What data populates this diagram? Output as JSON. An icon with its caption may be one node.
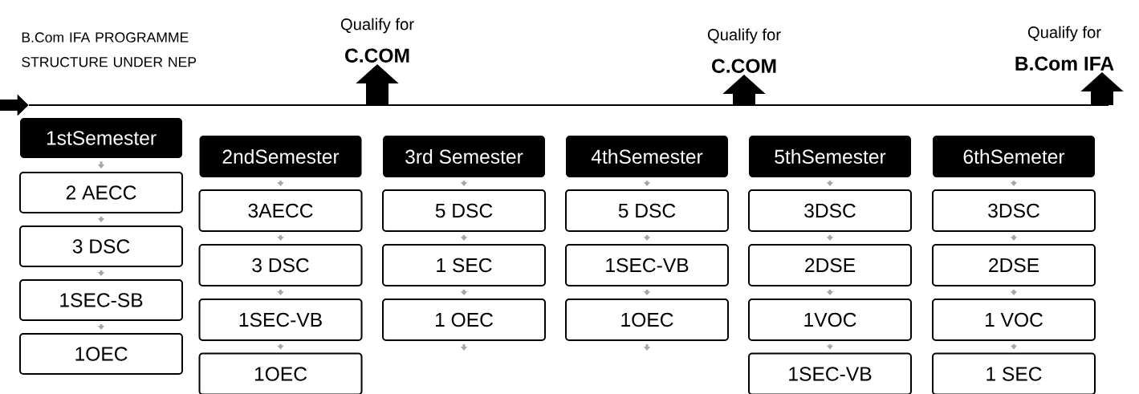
{
  "diagram": {
    "title": "B.Com IFA PROGRAMME STRUCTURE UNDER NEP",
    "nodes": [
      {
        "text": [
          "Qualify for",
          "C.COM"
        ]
      },
      {
        "text": [
          "Qualify for",
          "C.COM"
        ]
      },
      {
        "text": [
          "Qualify for",
          "B.Com IFA"
        ]
      },
      {
        "text": [
          "1stSemester"
        ]
      },
      {
        "text": [
          "2 AECC"
        ]
      },
      {
        "text": [
          "3 DSC"
        ]
      },
      {
        "text": [
          "1SEC-SB"
        ]
      },
      {
        "text": [
          "1OEC"
        ]
      },
      {
        "text": [
          "2ndSemester"
        ]
      },
      {
        "text": [
          "3AECC"
        ]
      },
      {
        "text": [
          "3 DSC"
        ]
      },
      {
        "text": [
          "1SEC-VB"
        ]
      },
      {
        "text": [
          "1OEC"
        ]
      },
      {
        "text": [
          "3rd Semester"
        ]
      },
      {
        "text": [
          "5 DSC"
        ]
      },
      {
        "text": [
          "1 SEC"
        ]
      },
      {
        "text": [
          "1 OEC"
        ]
      },
      {
        "text": [
          "4thSemester"
        ]
      },
      {
        "text": [
          "5 DSC"
        ]
      },
      {
        "text": [
          "1SEC-VB"
        ]
      },
      {
        "text": [
          "1OEC"
        ]
      },
      {
        "text": [
          "5thSemester"
        ]
      },
      {
        "text": [
          "3DSC"
        ]
      },
      {
        "text": [
          "2DSE"
        ]
      },
      {
        "text": [
          "1VOC"
        ]
      },
      {
        "text": [
          "1SEC-VB"
        ]
      },
      {
        "text": [
          "6thSemeter"
        ]
      },
      {
        "text": [
          "3DSC"
        ]
      },
      {
        "text": [
          "2DSE"
        ]
      },
      {
        "text": [
          "1 VOC"
        ]
      },
      {
        "text": [
          "1 SEC"
        ]
      },
      {
        "text": [],
        "shape": "bar"
      }
    ],
    "edges": [
      {
        "from": 31,
        "to": 0,
        "arrow": "to",
        "style": "thick",
        "color": "#000000"
      },
      {
        "from": 31,
        "to": 1,
        "arrow": "to",
        "style": "thick",
        "color": "#000000"
      },
      {
        "from": 31,
        "to": 2,
        "arrow": "to",
        "style": "thick",
        "color": "#000000"
      },
      {
        "from": 3,
        "to": 4,
        "arrow": "to"
      },
      {
        "from": 4,
        "to": 5,
        "arrow": "to"
      },
      {
        "from": 5,
        "to": 6,
        "arrow": "to"
      },
      {
        "from": 6,
        "to": 7,
        "arrow": "to"
      },
      {
        "from": 8,
        "to": 9,
        "arrow": "to"
      },
      {
        "from": 9,
        "to": 10,
        "arrow": "to"
      },
      {
        "from": 10,
        "to": 11,
        "arrow": "to"
      },
      {
        "from": 11,
        "to": 12,
        "arrow": "to"
      },
      {
        "from": 13,
        "to": 14,
        "arrow": "to"
      },
      {
        "from": 14,
        "to": 15,
        "arrow": "to"
      },
      {
        "from": 15,
        "to": 16,
        "arrow": "to"
      },
      {
        "from": 16,
        "to": null,
        "arrow": "to"
      },
      {
        "from": 17,
        "to": 18,
        "arrow": "to"
      },
      {
        "from": 18,
        "to": 19,
        "arrow": "to"
      },
      {
        "from": 19,
        "to": 20,
        "arrow": "to"
      },
      {
        "from": 20,
        "to": null,
        "arrow": "to"
      },
      {
        "from": 21,
        "to": 22,
        "arrow": "to"
      },
      {
        "from": 22,
        "to": 23,
        "arrow": "to"
      },
      {
        "from": 23,
        "to": 24,
        "arrow": "to"
      },
      {
        "from": 24,
        "to": 25,
        "arrow": "to"
      },
      {
        "from": 26,
        "to": 27,
        "arrow": "to"
      },
      {
        "from": 27,
        "to": 28,
        "arrow": "to"
      },
      {
        "from": 28,
        "to": 29,
        "arrow": "to"
      },
      {
        "from": 29,
        "to": 30,
        "arrow": "to"
      },
      {
        "from": null,
        "to": 31,
        "arrow": "to",
        "style": "thick",
        "color": "#000000"
      }
    ]
  }
}
